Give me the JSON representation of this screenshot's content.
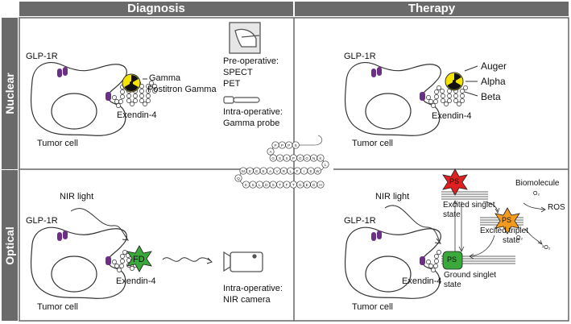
{
  "headers": {
    "diagnosis": "Diagnosis",
    "therapy": "Therapy"
  },
  "rows": {
    "nuclear": "Nuclear",
    "optical": "Optical"
  },
  "common": {
    "receptor": "GLP-1R",
    "peptide": "Exendin-4",
    "cell": "Tumor cell"
  },
  "nuclear_diagnosis": {
    "emissions": [
      "Gamma",
      "Postitron Gamma"
    ],
    "preop_label": "Pre-operative:",
    "preop_items": [
      "SPECT",
      "PET"
    ],
    "intraop_label": "Intra-operative:",
    "intraop_item": "Gamma probe"
  },
  "nuclear_therapy": {
    "emissions": [
      "Auger",
      "Alpha",
      "Beta"
    ]
  },
  "optical_diagnosis": {
    "light": "NIR light",
    "dye": "FD",
    "intraop_label": "Intra-operative:",
    "intraop_item": "NIR camera"
  },
  "optical_therapy": {
    "light": "NIR light",
    "ps": "PS",
    "biomolecule": "Biomolecule",
    "ros": "ROS",
    "o2": "O₂",
    "singlet_oxygen": "¹O₂",
    "excited_singlet": [
      "Excited singlet",
      "state"
    ],
    "excited_triplet": [
      "Excited triplet",
      "state"
    ],
    "ground_singlet": [
      "Ground singlet",
      "state"
    ]
  },
  "peptide_sequence": [
    "H",
    "G",
    "E",
    "G",
    "T",
    "F",
    "T",
    "S",
    "D",
    "L",
    "S",
    "K",
    "Q",
    "M",
    "E",
    "E",
    "E",
    "A",
    "V",
    "R",
    "L",
    "F",
    "I",
    "E",
    "W",
    "L",
    "K",
    "N",
    "G",
    "G",
    "P",
    "S",
    "S",
    "G",
    "A",
    "P",
    "P",
    "P",
    "S"
  ],
  "colors": {
    "header_bg": "#6a6a6a",
    "receptor": "#6b2f86",
    "radiation_yellow": "#f5e400",
    "dye_green": "#3aa83a",
    "ps_red": "#e02020",
    "ps_orange": "#f39a1e",
    "ps_green": "#3aa83a"
  }
}
